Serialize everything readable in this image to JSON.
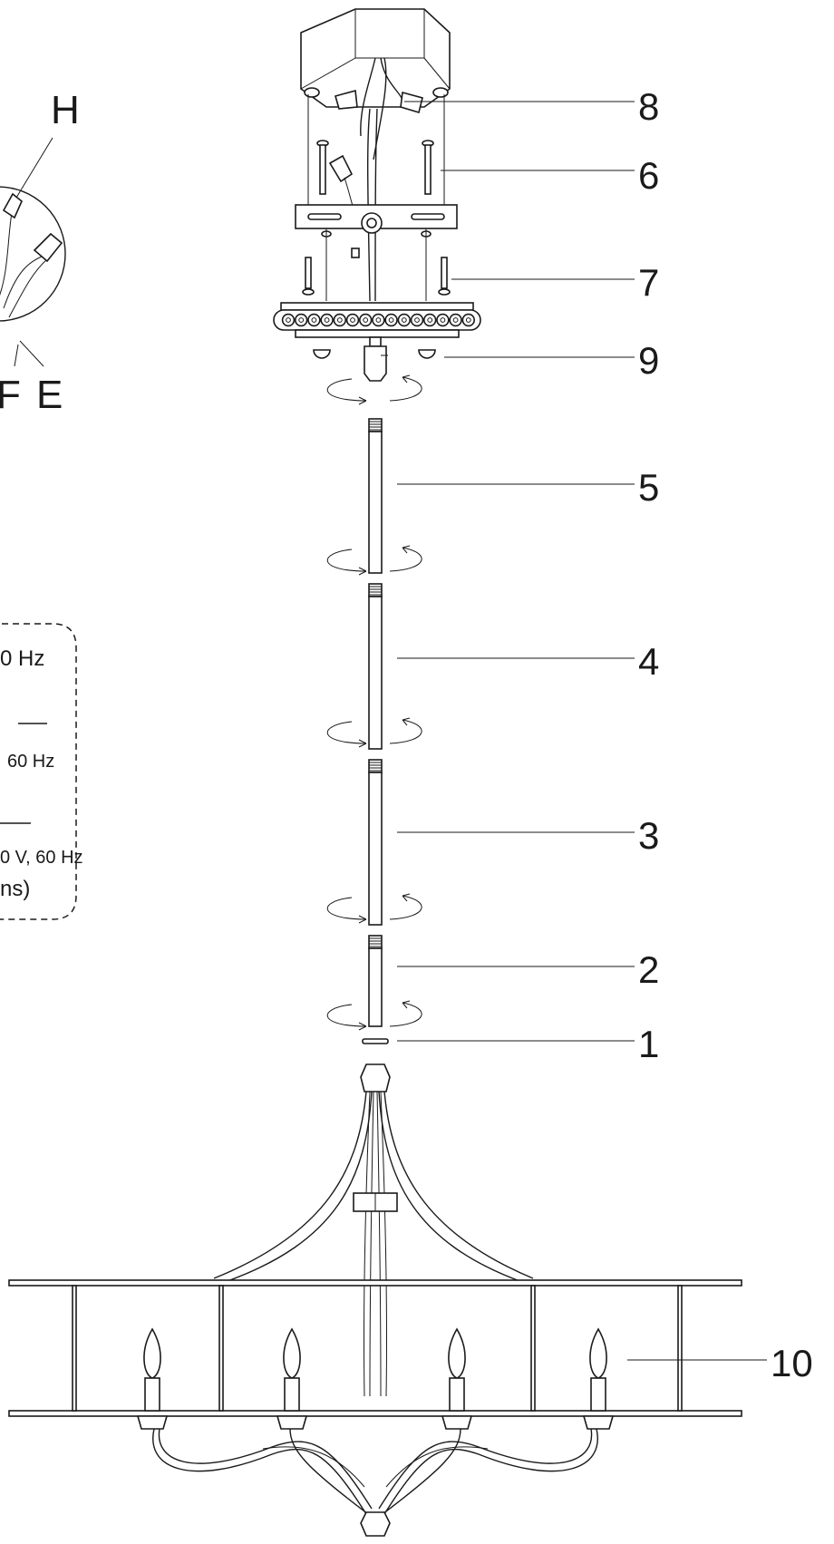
{
  "callouts": {
    "c1": "1",
    "c2": "2",
    "c3": "3",
    "c4": "4",
    "c5": "5",
    "c6": "6",
    "c7": "7",
    "c8": "8",
    "c9": "9",
    "c10": "10"
  },
  "detail": {
    "letter_h": "H",
    "letter_f": "F",
    "letter_e": "E"
  },
  "specs": {
    "line1": "0 Hz",
    "line2": "60 Hz",
    "line3": "0 V, 60 Hz",
    "line4": "ns)"
  },
  "colors": {
    "ink": "#1a1a1a",
    "background": "#ffffff"
  }
}
